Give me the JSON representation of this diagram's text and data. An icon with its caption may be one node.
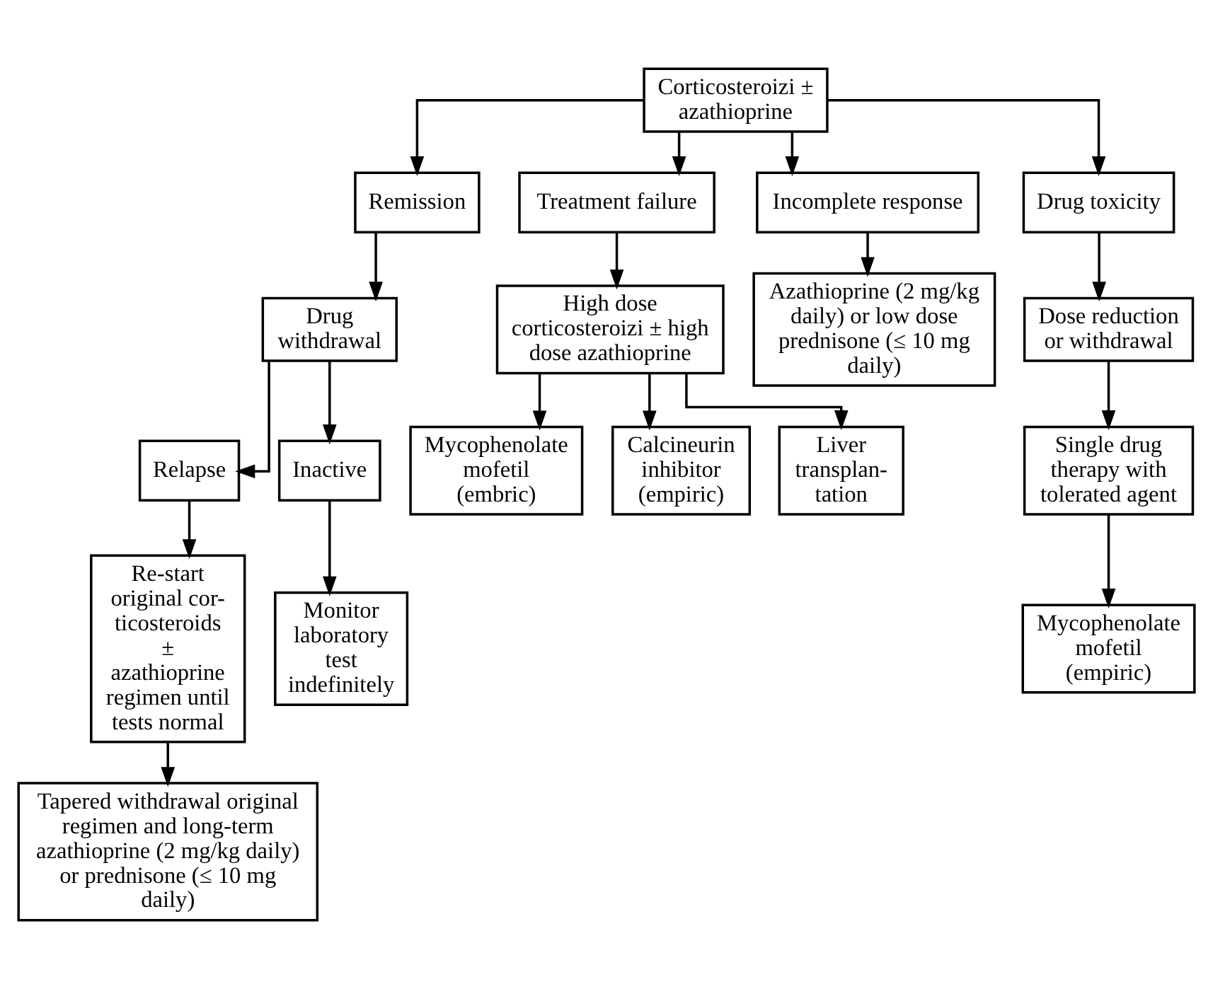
{
  "diagram": {
    "nodes": [
      {
        "text": [
          "Corticosteroizi ± azathioprine"
        ]
      },
      {
        "text": [
          "Remission"
        ]
      },
      {
        "text": [
          "Treatment failure"
        ]
      },
      {
        "text": [
          "Incomplete response"
        ]
      },
      {
        "text": [
          "Drug toxicity"
        ]
      },
      {
        "text": [
          "Drug withdrawal"
        ]
      },
      {
        "text": [
          "High dose corticosteroizi ± high dose azathioprine"
        ]
      },
      {
        "text": [
          "Azathioprine (2 mg/kg daily) or low dose prednisone (≤ 10 mg daily)"
        ]
      },
      {
        "text": [
          "Dose reduction or withdrawal"
        ]
      },
      {
        "text": [
          "Relapse"
        ]
      },
      {
        "text": [
          "Inactive"
        ]
      },
      {
        "text": [
          "Mycophenolate mofetil (embric)"
        ]
      },
      {
        "text": [
          "Calcineurin inhibitor (empiric)"
        ]
      },
      {
        "text": [
          "Liver transplan- tation"
        ]
      },
      {
        "text": [
          "Single drug therapy with tolerated agent"
        ]
      },
      {
        "text": [
          "Re-start original cor- ticosteroids ± azathioprine regimen until tests normal"
        ]
      },
      {
        "text": [
          "Monitor laboratory test indefinitely"
        ]
      },
      {
        "text": [
          "Mycophenolate mofetil (empiric)"
        ]
      },
      {
        "text": [
          "Tapered withdrawal original regimen and long-term azathioprine (2 mg/kg daily) or prednisone (≤ 10 mg daily)"
        ]
      }
    ],
    "edges": [
      {
        "from": 0,
        "to": 1,
        "arrow": "to"
      },
      {
        "from": 0,
        "to": 2,
        "arrow": "to"
      },
      {
        "from": 0,
        "to": 3,
        "arrow": "to"
      },
      {
        "from": 0,
        "to": 4,
        "arrow": "to"
      },
      {
        "from": 1,
        "to": 5,
        "arrow": "to"
      },
      {
        "from": 2,
        "to": 6,
        "arrow": "to"
      },
      {
        "from": 3,
        "to": 7,
        "arrow": "to"
      },
      {
        "from": 4,
        "to": 8,
        "arrow": "to"
      },
      {
        "from": 5,
        "to": 9,
        "arrow": "to"
      },
      {
        "from": 5,
        "to": 10,
        "arrow": "to"
      },
      {
        "from": 6,
        "to": 11,
        "arrow": "to"
      },
      {
        "from": 6,
        "to": 12,
        "arrow": "to"
      },
      {
        "from": 6,
        "to": 13,
        "arrow": "to"
      },
      {
        "from": 8,
        "to": 14,
        "arrow": "to"
      },
      {
        "from": 9,
        "to": 15,
        "arrow": "to"
      },
      {
        "from": 10,
        "to": 16,
        "arrow": "to"
      },
      {
        "from": 14,
        "to": 17,
        "arrow": "to"
      },
      {
        "from": 15,
        "to": 18,
        "arrow": "to"
      }
    ]
  }
}
